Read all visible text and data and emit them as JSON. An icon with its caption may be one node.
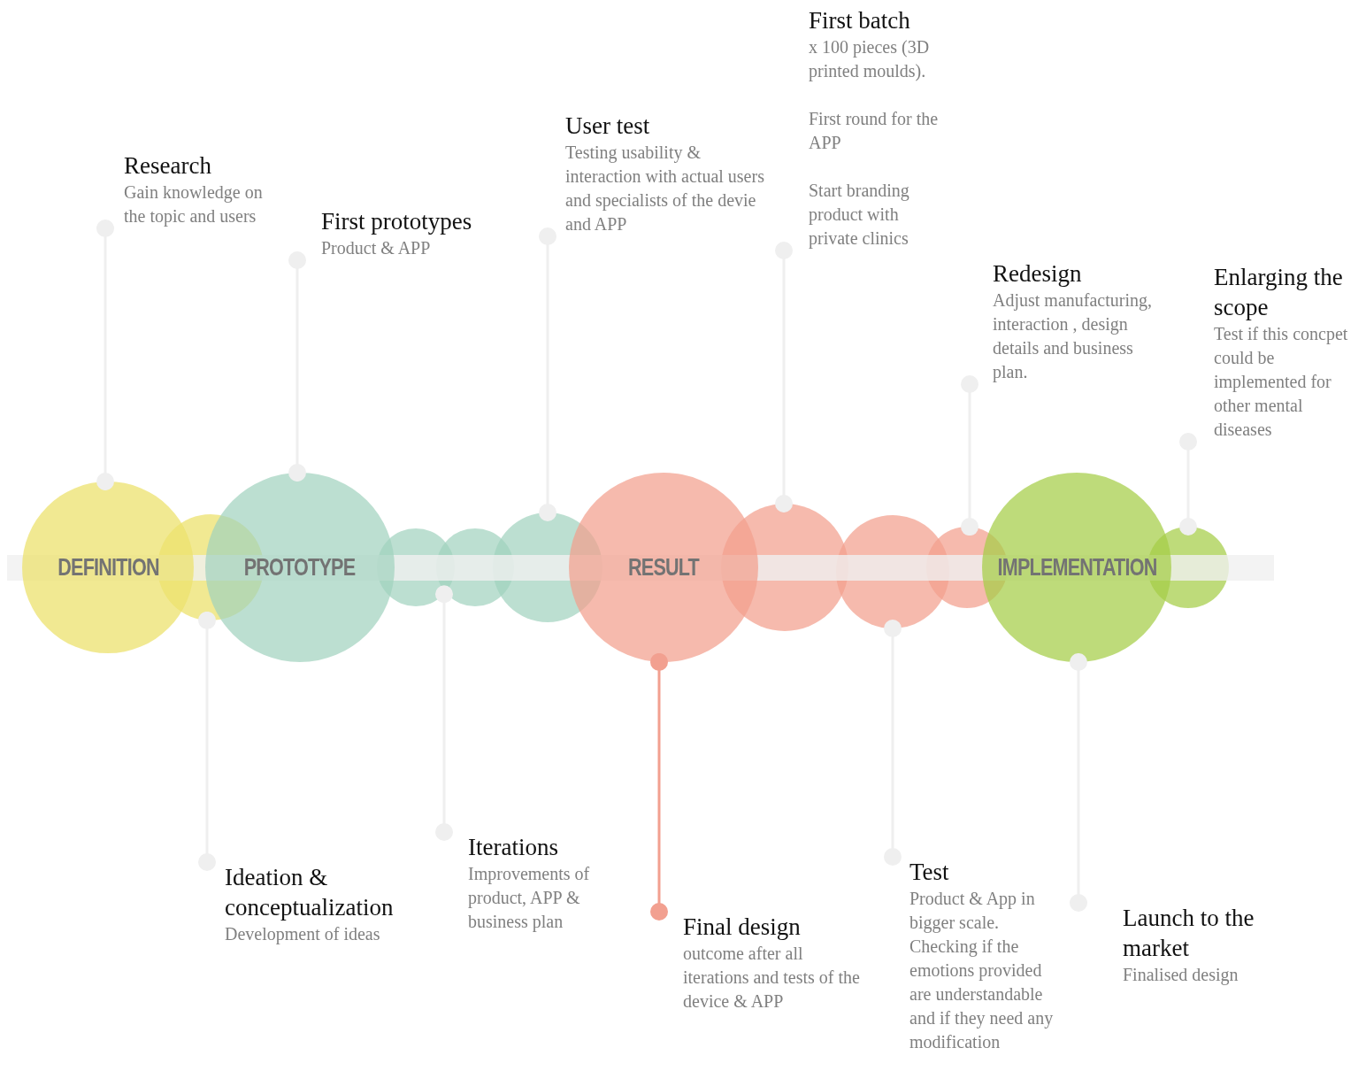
{
  "diagram": {
    "nodes": [
      {
        "text": [
          "Research",
          "Gain knowledge on the topic and users"
        ]
      },
      {
        "text": [
          "Ideation & conceptualization",
          "Development of ideas"
        ]
      },
      {
        "text": [
          "First prototypes",
          "Product & APP"
        ]
      },
      {
        "text": [
          "Iterations",
          "Improvements of product, APP & business plan"
        ]
      },
      {
        "text": [
          "User test",
          "Testing usability & interaction with actual users and specialists of the devie and APP"
        ]
      },
      {
        "text": [
          "Final design",
          "outcome after all iterations and tests of the device & APP"
        ]
      },
      {
        "text": [
          "First batch",
          "x 100 pieces (3D printed moulds).",
          "First round for the APP",
          "Start branding product with private clinics"
        ]
      },
      {
        "text": [
          "Test",
          "Product & App in bigger scale. Checking if the emotions provided are understandable and if they need any modification"
        ]
      },
      {
        "text": [
          "Redesign",
          "Adjust manufacturing, interaction , design details and business plan."
        ]
      },
      {
        "text": [
          "Launch to the market",
          "Finalised design"
        ]
      },
      {
        "text": [
          "Enlarging the scope",
          "Test if this concpet could be implemented for other mental diseases"
        ]
      },
      {
        "text": [
          "DEFINITION"
        ]
      },
      {
        "text": [],
        "shape": "circle"
      },
      {
        "text": [
          "PROTOTYPE"
        ]
      },
      {
        "text": [],
        "shape": "circle"
      },
      {
        "text": [],
        "shape": "circle"
      },
      {
        "text": [],
        "shape": "circle"
      },
      {
        "text": [
          "RESULT"
        ]
      },
      {
        "text": [],
        "shape": "circle"
      },
      {
        "text": [],
        "shape": "circle"
      },
      {
        "text": [],
        "shape": "circle"
      },
      {
        "text": [
          "IMPLEMENTATION"
        ]
      },
      {
        "text": [],
        "shape": "circle"
      }
    ],
    "edges": [
      {
        "from": 0,
        "to": 11,
        "arrow": "other"
      },
      {
        "from": 1,
        "to": 12,
        "arrow": "other"
      },
      {
        "from": 2,
        "to": 13,
        "arrow": "other"
      },
      {
        "from": 3,
        "to": 14,
        "arrow": "other"
      },
      {
        "from": 4,
        "to": 16,
        "arrow": "other"
      },
      {
        "from": 5,
        "to": 17,
        "arrow": "other",
        "color": "#f2a090"
      },
      {
        "from": 6,
        "to": 18,
        "arrow": "other"
      },
      {
        "from": 7,
        "to": 19,
        "arrow": "other"
      },
      {
        "from": 8,
        "to": 20,
        "arrow": "other"
      },
      {
        "from": 9,
        "to": 21,
        "arrow": "other"
      },
      {
        "from": 10,
        "to": 22,
        "arrow": "other"
      }
    ]
  }
}
